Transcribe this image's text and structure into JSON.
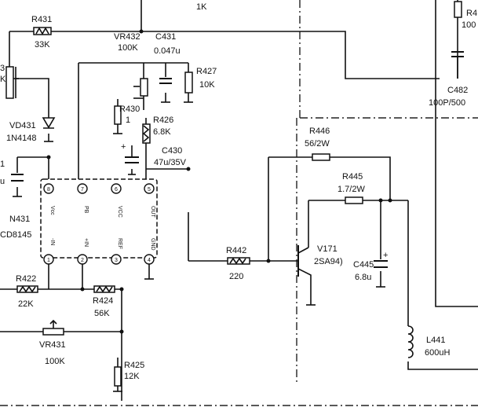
{
  "top_label": "1K",
  "components": {
    "r431": {
      "ref": "R431",
      "value": "33K"
    },
    "vr432": {
      "ref": "VR432",
      "value": "100K"
    },
    "c431": {
      "ref": "C431",
      "value": "0.047u"
    },
    "r427": {
      "ref": "R427",
      "value": "10K"
    },
    "r430": {
      "ref": "R430",
      "value": "1"
    },
    "r426": {
      "ref": "R426",
      "value": "6.8K"
    },
    "c430": {
      "ref": "C430",
      "value": "47u/35V"
    },
    "vd431": {
      "ref": "VD431",
      "value": "1N4148"
    },
    "n431": {
      "ref": "N431",
      "value": "CD8145"
    },
    "r422": {
      "ref": "R422",
      "value": "22K"
    },
    "r424": {
      "ref": "R424",
      "value": "56K"
    },
    "vr431": {
      "ref": "VR431",
      "value": "100K"
    },
    "r425": {
      "ref": "R425",
      "value": "12K"
    },
    "r446": {
      "ref": "R446",
      "value": "56/2W"
    },
    "r445": {
      "ref": "R445",
      "value": "1.7/2W"
    },
    "r442": {
      "ref": "R442",
      "value": "220"
    },
    "v171": {
      "ref": "V171",
      "value": "2SA94)"
    },
    "c445": {
      "ref": "C445",
      "value": "6.8u"
    },
    "l441": {
      "ref": "L441",
      "value": "600uH"
    },
    "c482": {
      "ref": "C482",
      "value": "100P/500"
    },
    "r4": {
      "ref": "R4",
      "value": "100"
    }
  },
  "partial_labels": {
    "left_3": "3",
    "left_k": "K",
    "left_1": "1",
    "left_u": "u"
  },
  "ic_pins_top": [
    "Vcc",
    "PB",
    "VCC",
    "OUT"
  ],
  "ic_pins_bottom": [
    "-IN",
    "+IN",
    "REF",
    "GND"
  ],
  "ic_pin_numbers_top": [
    "8",
    "7",
    "6",
    "5"
  ],
  "ic_pin_numbers_bottom": [
    "1",
    "2",
    "3",
    "4"
  ]
}
